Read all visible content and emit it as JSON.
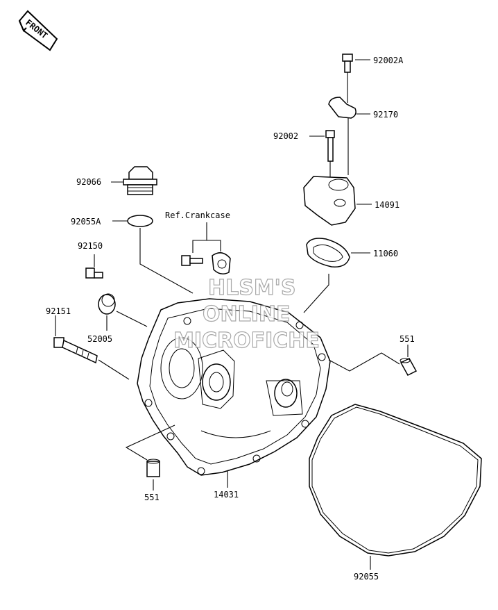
{
  "front_badge": "FRONT",
  "reference_note": "Ref.Crankcase",
  "watermark": [
    "HLSM'S",
    "ONLINE",
    "MICROFICHE"
  ],
  "part_numbers": {
    "bolt_top": "92002A",
    "clamp": "92170",
    "bolt_side": "92002",
    "cover_small": "14091",
    "gasket_small": "11060",
    "plug": "92066",
    "oring": "92055A",
    "bolt_short": "92150",
    "cap": "52005",
    "bolt_long": "92151",
    "dowel_right": "551",
    "dowel_left": "551",
    "cover_main": "14031",
    "gasket_large": "92055"
  }
}
